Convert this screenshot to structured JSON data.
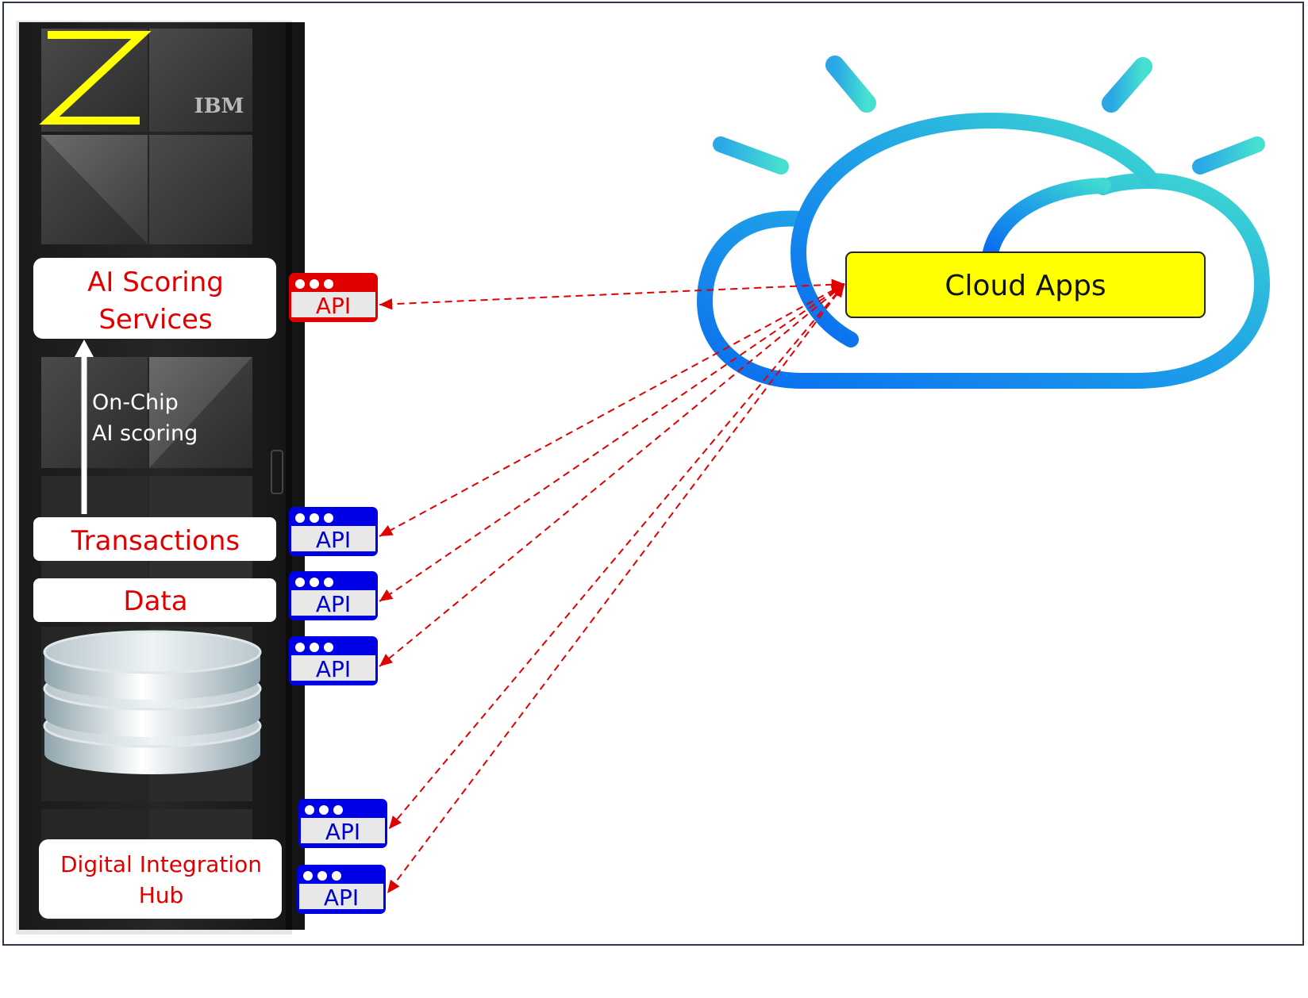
{
  "mainframe": {
    "logo_letter": "Z",
    "brand": "IBM"
  },
  "boxes": {
    "ai_scoring": [
      "AI Scoring",
      "Services"
    ],
    "on_chip": [
      "On-Chip",
      "AI scoring"
    ],
    "transactions": "Transactions",
    "data": "Data",
    "hub": [
      "Digital Integration",
      "Hub"
    ]
  },
  "api_label": "API",
  "cloud": {
    "label": "Cloud Apps"
  },
  "colors": {
    "red_text": "#e00000",
    "api_red": "#e00000",
    "api_blue": "#0000e6",
    "api_text_blue": "#0000cc",
    "cloud_box": "#ffff00",
    "arrow": "#e00000",
    "zlogo": "#ffff00"
  }
}
